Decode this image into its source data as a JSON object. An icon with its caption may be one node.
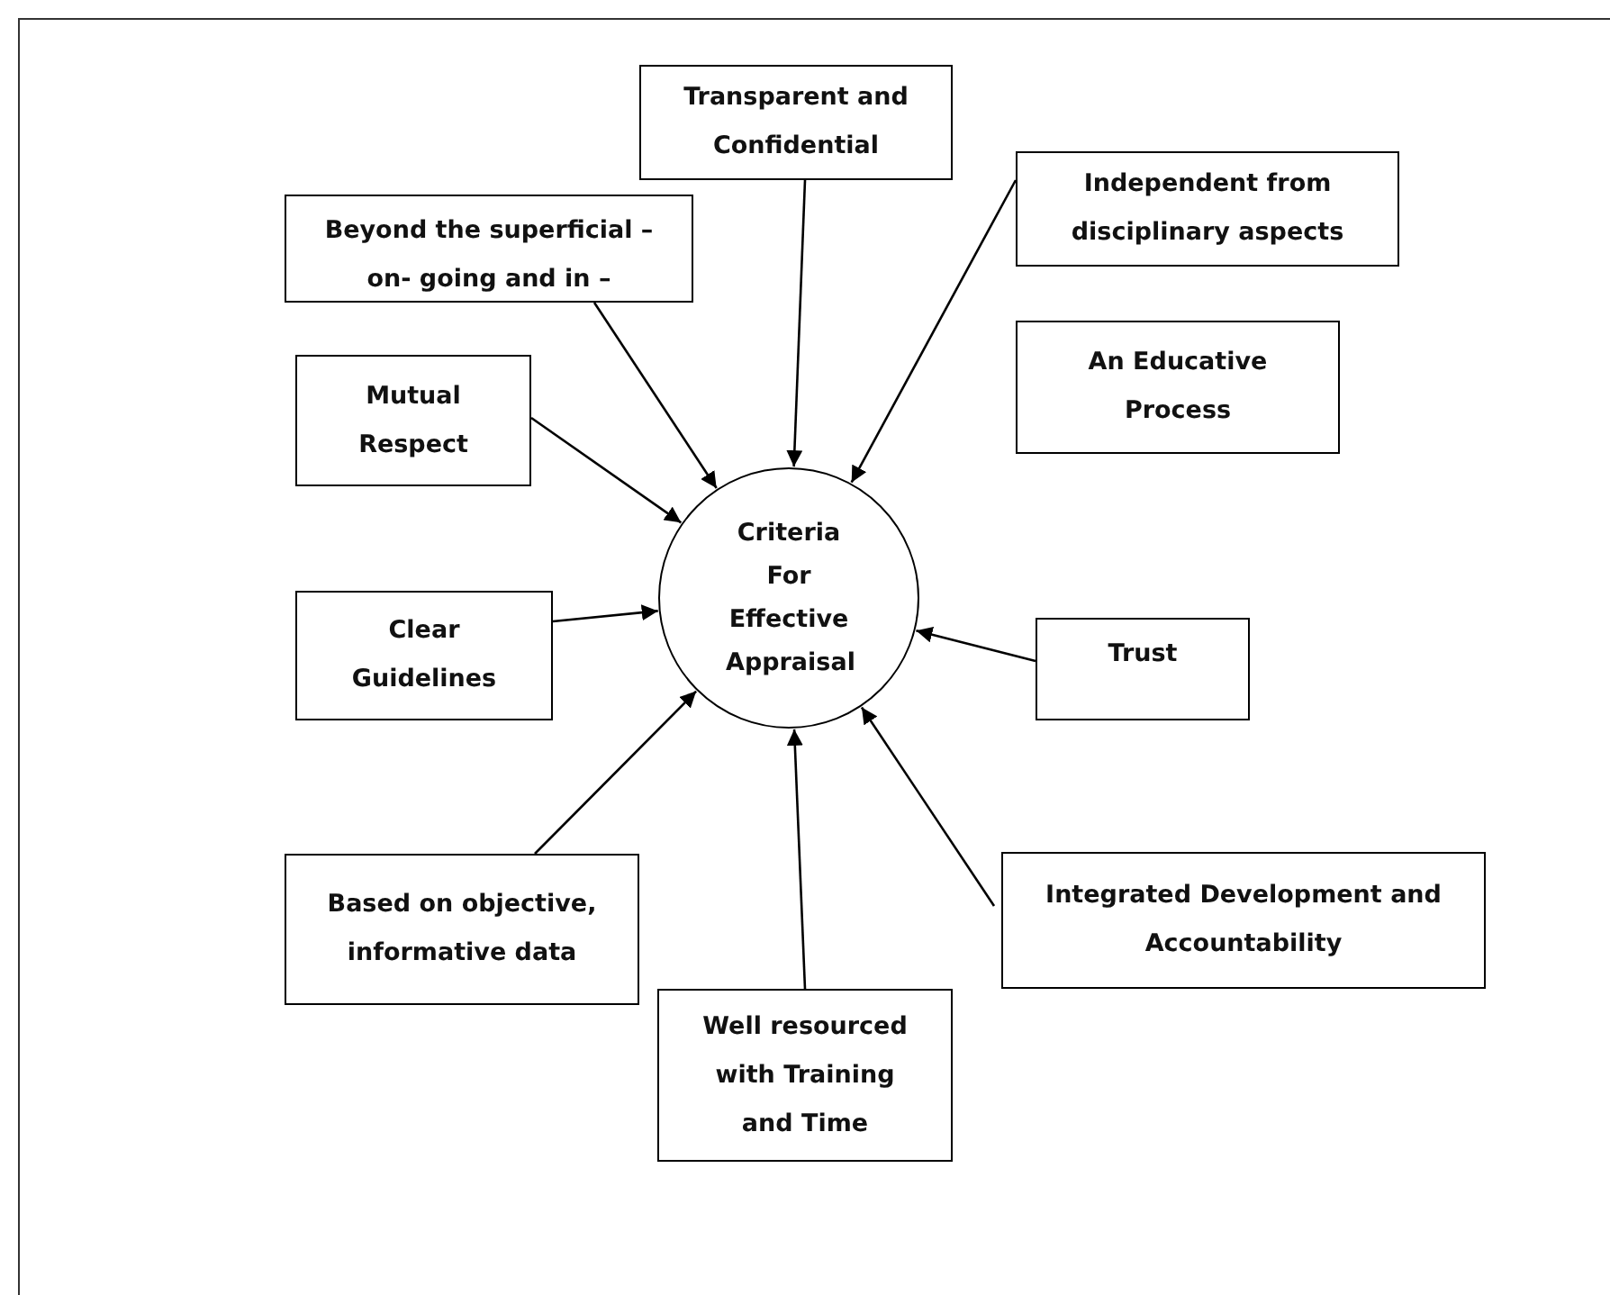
{
  "diagram": {
    "nodes": [
      {
        "text": [
          "Transparent and Confidential"
        ]
      },
      {
        "text": [
          "Beyond the superficial – on- going and in –"
        ]
      },
      {
        "text": [
          "Independent from disciplinary aspects"
        ]
      },
      {
        "text": [
          "An Educative Process"
        ]
      },
      {
        "text": [
          "Mutual Respect"
        ]
      },
      {
        "text": [
          "Criteria For Effective Appraisal"
        ]
      },
      {
        "text": [
          "Clear Guidelines"
        ]
      },
      {
        "text": [
          "Trust"
        ]
      },
      {
        "text": [
          "Based on objective, informative data"
        ]
      },
      {
        "text": [
          "Integrated Development and Accountability"
        ]
      },
      {
        "text": [
          "Well resourced with Training and Time"
        ]
      }
    ],
    "edges": [
      {
        "from": 0,
        "to": 5,
        "arrow": "to"
      },
      {
        "from": 1,
        "to": 5,
        "arrow": "to"
      },
      {
        "from": 2,
        "to": 5,
        "arrow": "to"
      },
      {
        "from": 4,
        "to": 5,
        "arrow": "to"
      },
      {
        "from": 6,
        "to": 5,
        "arrow": "to"
      },
      {
        "from": 7,
        "to": 5,
        "arrow": "to"
      },
      {
        "from": 8,
        "to": 5,
        "arrow": "to"
      },
      {
        "from": 9,
        "to": 5,
        "arrow": "to"
      },
      {
        "from": 10,
        "to": 5,
        "arrow": "to"
      }
    ]
  }
}
